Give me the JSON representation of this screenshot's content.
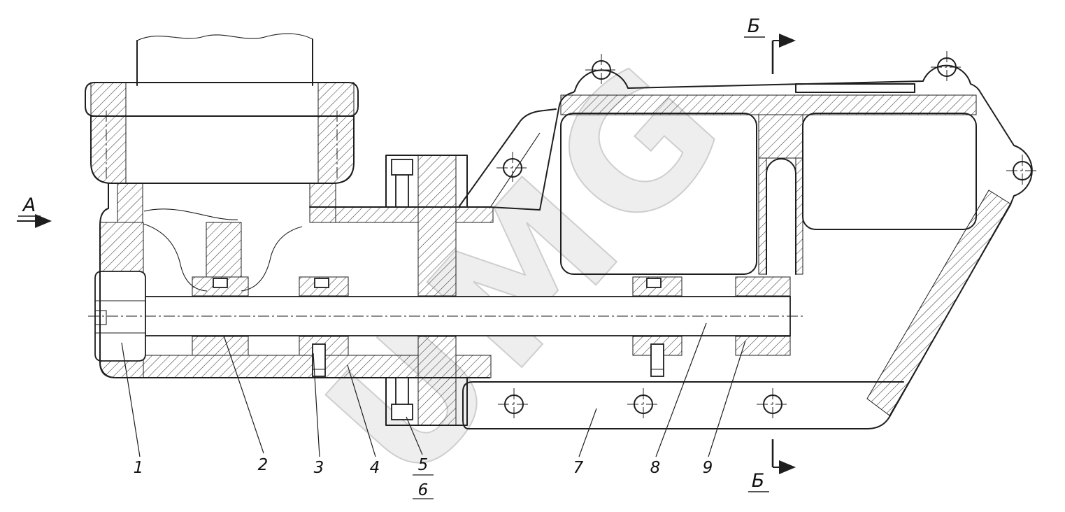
{
  "drawing": {
    "watermark": "UMG",
    "section_markers": {
      "a": "А",
      "b_top": "Б",
      "b_bottom": "Б"
    },
    "callouts": [
      "1",
      "2",
      "3",
      "4",
      "5",
      "6",
      "7",
      "8",
      "9"
    ]
  }
}
